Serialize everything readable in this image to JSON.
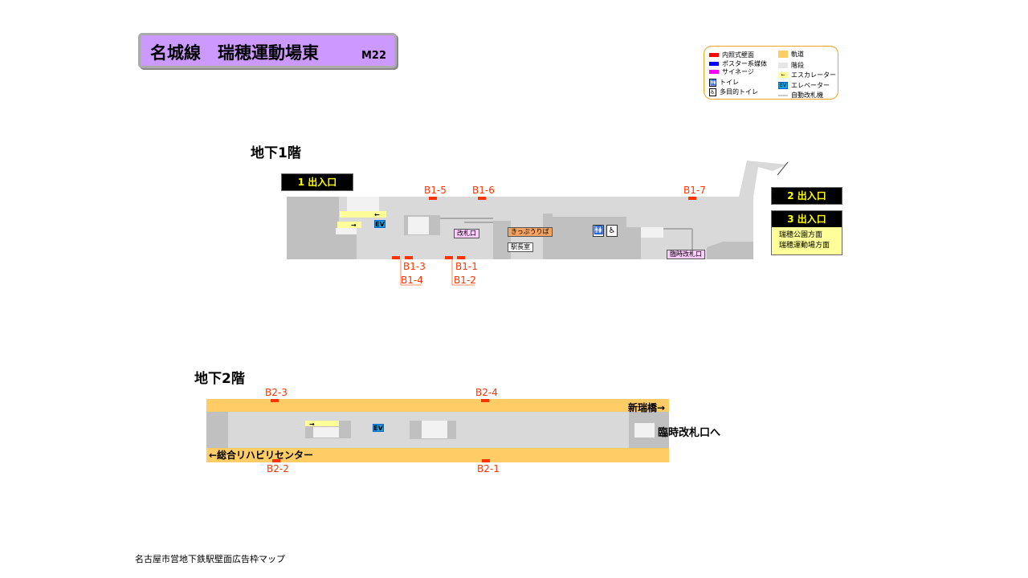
{
  "header": {
    "station_name": "名城線　瑞穂運動場東",
    "station_code": "M22"
  },
  "legend": [
    {
      "label": "内照式壁面",
      "color": "#ff0000"
    },
    {
      "label": "ポスター系媒体",
      "color": "#0000ff"
    },
    {
      "label": "サイネージ",
      "color": "#ff00ff"
    },
    {
      "label": "トイレ",
      "icon": "toilet-icon"
    },
    {
      "label": "多目的トイレ",
      "icon": "accessible-toilet-icon"
    },
    {
      "label": "軌道",
      "color": "#ffcc66"
    },
    {
      "label": "階段",
      "color": "#e6e6e6"
    },
    {
      "label": "エスカレーター",
      "color": "#ffff99"
    },
    {
      "label": "エレベーター",
      "icon": "elevator-icon"
    },
    {
      "label": "自動改札機",
      "icon": "ticket-gate-icon"
    }
  ],
  "b1": {
    "title": "地下1階",
    "exits": {
      "exit1": "1 出入口",
      "exit2": "2 出入口",
      "exit3": "3 出入口",
      "exit3_dest1": "瑞穂公園方面",
      "exit3_dest2": "瑞穂運動場方面"
    },
    "ads": [
      "B1-1",
      "B1-2",
      "B1-3",
      "B1-4",
      "B1-5",
      "B1-6",
      "B1-7"
    ],
    "ev": "EV",
    "gate": "改札口",
    "ticket": "きっぷうりば",
    "office": "駅長室",
    "temp_gate": "臨時改札口"
  },
  "b2": {
    "title": "地下2階",
    "ads": [
      "B2-1",
      "B2-2",
      "B2-3",
      "B2-4"
    ],
    "ev": "EV",
    "dir_right": "新瑞橋→",
    "dir_left": "←総合リハビリセンター",
    "to_temp_gate": "臨時改札口へ"
  },
  "footer": "名古屋市営地下鉄駅壁面広告枠マップ"
}
